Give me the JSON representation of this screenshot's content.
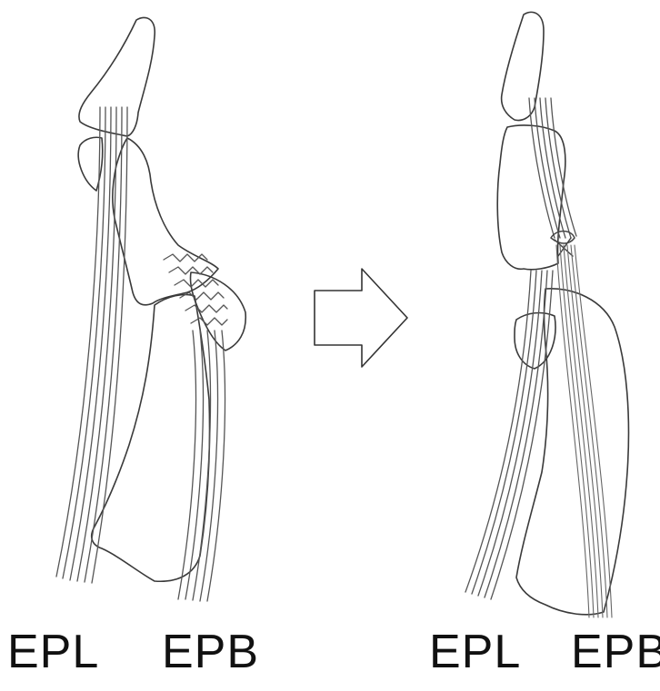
{
  "labels": {
    "before": {
      "epl": "EPL",
      "epb": "EPB"
    },
    "after": {
      "epl": "EPL",
      "epb": "EPB"
    }
  },
  "colors": {
    "outline": "#3a3a3a",
    "tendon": "#555555",
    "background": "#ffffff"
  },
  "icons": {
    "transition": "right-arrow-icon"
  }
}
